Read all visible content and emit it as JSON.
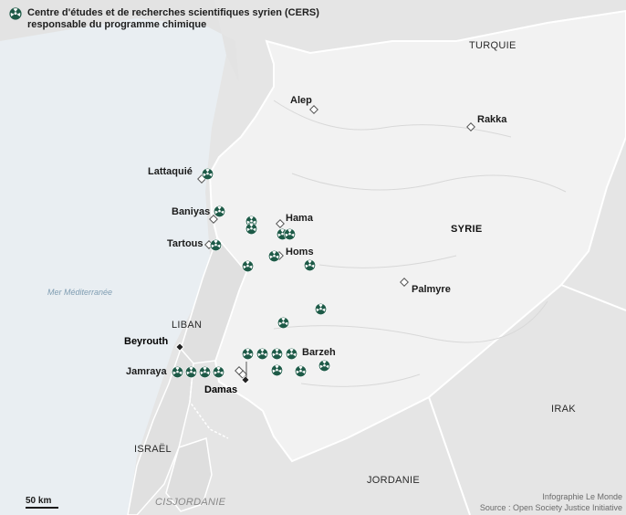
{
  "legend": {
    "label": "Centre d'études et de recherches scientifiques syrien (CERS) responsable du programme chimique",
    "icon": "cers-icon"
  },
  "colors": {
    "accent": "#1d5a47",
    "sea": "#e9eef2",
    "land": "#e6e6e6",
    "syria": "#f3f3f3",
    "border": "#ffffff"
  },
  "countries": {
    "turquie": "TURQUIE",
    "syrie": "SYRIE",
    "irak": "IRAK",
    "jordanie": "JORDANIE",
    "liban": "LIBAN",
    "israel": "ISRAËL",
    "cisjordanie": "CISJORDANIE"
  },
  "sea": "Mer Méditerranée",
  "cities": {
    "alep": "Alep",
    "rakka": "Rakka",
    "lattaquie": "Lattaquié",
    "baniyas": "Baniyas",
    "tartous": "Tartous",
    "hama": "Hama",
    "homs": "Homs",
    "palmyre": "Palmyre",
    "beyrouth": "Beyrouth",
    "damas": "Damas",
    "jamraya": "Jamraya",
    "barzeh": "Barzeh"
  },
  "scale": "50 km",
  "credit": {
    "line1": "Infographie Le Monde",
    "line2": "Source : Open Society Justice Initiative"
  }
}
